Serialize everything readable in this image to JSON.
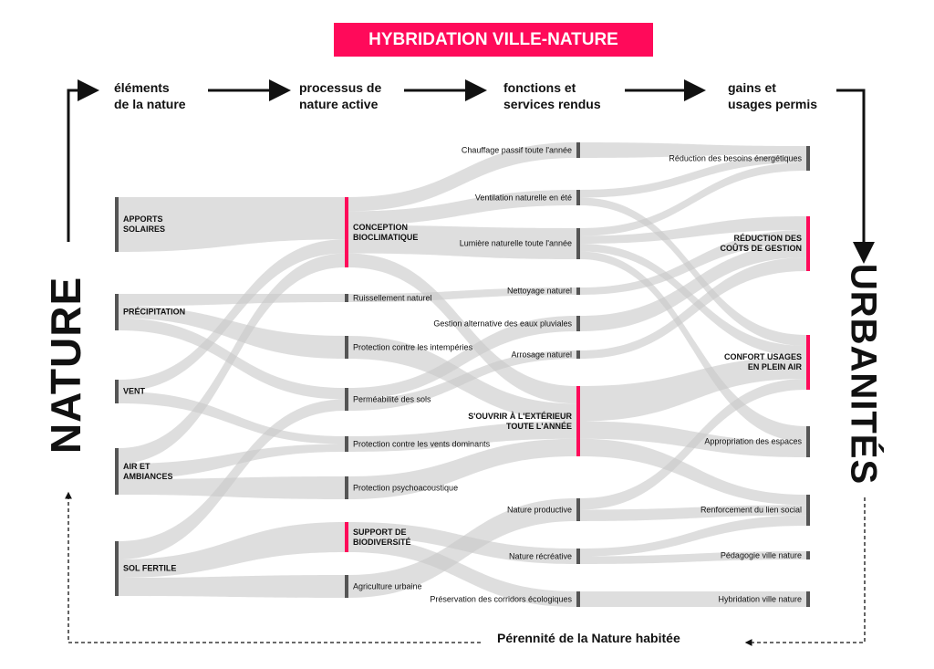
{
  "title": "HYBRIDATION VILLE-NATURE",
  "stages": [
    "éléments\nde la nature",
    "processus de\nnature active",
    "fonctions et\nservices rendus",
    "gains et\nusages permis"
  ],
  "left_label": "NATURE",
  "right_label": "URBANITÉS",
  "footer": "Pérennité de la Nature habitée",
  "colors": {
    "accent": "#ff0a5a",
    "node": "#555555",
    "link": "#c8c8c8"
  },
  "nodes": [
    {
      "id": "solaires",
      "label": "APPORTS\nSOLAIRES",
      "column": 0,
      "bold": true
    },
    {
      "id": "precip",
      "label": "PRÉCIPITATION",
      "column": 0,
      "bold": true
    },
    {
      "id": "vent",
      "label": "VENT",
      "column": 0,
      "bold": true
    },
    {
      "id": "air",
      "label": "AIR ET\nAMBIANCES",
      "column": 0,
      "bold": true
    },
    {
      "id": "sol",
      "label": "SOL FERTILE",
      "column": 0,
      "bold": true
    },
    {
      "id": "concep",
      "label": "CONCEPTION\nBIOCLIMATIQUE",
      "column": 1,
      "bold": true,
      "highlight": true
    },
    {
      "id": "ruis",
      "label": "Ruissellement naturel",
      "column": 1
    },
    {
      "id": "intemp",
      "label": "Protection contre les intempéries",
      "column": 1
    },
    {
      "id": "perm",
      "label": "Perméabilité des sols",
      "column": 1
    },
    {
      "id": "ventsdom",
      "label": "Protection contre les vents dominants",
      "column": 1
    },
    {
      "id": "psycho",
      "label": "Protection psychoacoustique",
      "column": 1
    },
    {
      "id": "biodiv",
      "label": "SUPPORT DE\nBIODIVERSITÉ",
      "column": 1,
      "bold": true,
      "highlight": true
    },
    {
      "id": "agri",
      "label": "Agriculture urbaine",
      "column": 1
    },
    {
      "id": "chauf",
      "label": "Chauffage passif toute l'année",
      "column": 2
    },
    {
      "id": "ventil",
      "label": "Ventilation naturelle en été",
      "column": 2
    },
    {
      "id": "lum",
      "label": "Lumière naturelle toute l'année",
      "column": 2
    },
    {
      "id": "nett",
      "label": "Nettoyage naturel",
      "column": 2
    },
    {
      "id": "gest",
      "label": "Gestion alternative des eaux pluviales",
      "column": 2
    },
    {
      "id": "arros",
      "label": "Arrosage naturel",
      "column": 2
    },
    {
      "id": "ouvrir",
      "label": "S'OUVRIR À L'EXTÉRIEUR\nTOUTE L'ANNÉE",
      "column": 2,
      "bold": true,
      "highlight": true
    },
    {
      "id": "prod",
      "label": "Nature productive",
      "column": 2
    },
    {
      "id": "recr",
      "label": "Nature récréative",
      "column": 2
    },
    {
      "id": "pres",
      "label": "Préservation des corridors écologiques",
      "column": 2
    },
    {
      "id": "redbes",
      "label": "Réduction des besoins énergétiques",
      "column": 3
    },
    {
      "id": "redcout",
      "label": "RÉDUCTION DES\nCOÛTS DE GESTION",
      "column": 3,
      "bold": true,
      "highlight": true
    },
    {
      "id": "confort",
      "label": "CONFORT USAGES\nEN PLEIN AIR",
      "column": 3,
      "bold": true,
      "highlight": true
    },
    {
      "id": "approp",
      "label": "Appropriation des espaces",
      "column": 3
    },
    {
      "id": "renf",
      "label": "Renforcement du lien social",
      "column": 3
    },
    {
      "id": "peda",
      "label": "Pédagogie ville nature",
      "column": 3
    },
    {
      "id": "hybr",
      "label": "Hybridation ville nature",
      "column": 3
    }
  ],
  "links": [
    [
      "solaires",
      "concep",
      3
    ],
    [
      "precip",
      "ruis",
      1
    ],
    [
      "precip",
      "intemp",
      1
    ],
    [
      "precip",
      "perm",
      1
    ],
    [
      "vent",
      "concep",
      1
    ],
    [
      "vent",
      "ventsdom",
      1
    ],
    [
      "air",
      "concep",
      1
    ],
    [
      "air",
      "ventsdom",
      1
    ],
    [
      "air",
      "psycho",
      1
    ],
    [
      "sol",
      "perm",
      1
    ],
    [
      "sol",
      "biodiv",
      1
    ],
    [
      "sol",
      "agri",
      1
    ],
    [
      "concep",
      "chauf",
      1
    ],
    [
      "concep",
      "ventil",
      1
    ],
    [
      "concep",
      "lum",
      2
    ],
    [
      "concep",
      "ouvrir",
      1
    ],
    [
      "ruis",
      "nett",
      1
    ],
    [
      "intemp",
      "ouvrir",
      1
    ],
    [
      "perm",
      "gest",
      1
    ],
    [
      "perm",
      "arros",
      1
    ],
    [
      "ventsdom",
      "ouvrir",
      1
    ],
    [
      "psycho",
      "ouvrir",
      1
    ],
    [
      "biodiv",
      "recr",
      1
    ],
    [
      "biodiv",
      "pres",
      1
    ],
    [
      "agri",
      "prod",
      1
    ],
    [
      "chauf",
      "redbes",
      1
    ],
    [
      "ventil",
      "redbes",
      1
    ],
    [
      "ventil",
      "confort",
      1
    ],
    [
      "lum",
      "redbes",
      1
    ],
    [
      "lum",
      "redcout",
      1
    ],
    [
      "lum",
      "confort",
      1
    ],
    [
      "lum",
      "approp",
      1
    ],
    [
      "nett",
      "redcout",
      1
    ],
    [
      "gest",
      "redcout",
      1
    ],
    [
      "arros",
      "redcout",
      1
    ],
    [
      "ouvrir",
      "confort",
      2
    ],
    [
      "ouvrir",
      "approp",
      1
    ],
    [
      "ouvrir",
      "renf",
      1
    ],
    [
      "prod",
      "confort",
      1
    ],
    [
      "prod",
      "renf",
      1
    ],
    [
      "recr",
      "peda",
      1
    ],
    [
      "recr",
      "renf",
      1
    ],
    [
      "pres",
      "hybr",
      1
    ]
  ]
}
